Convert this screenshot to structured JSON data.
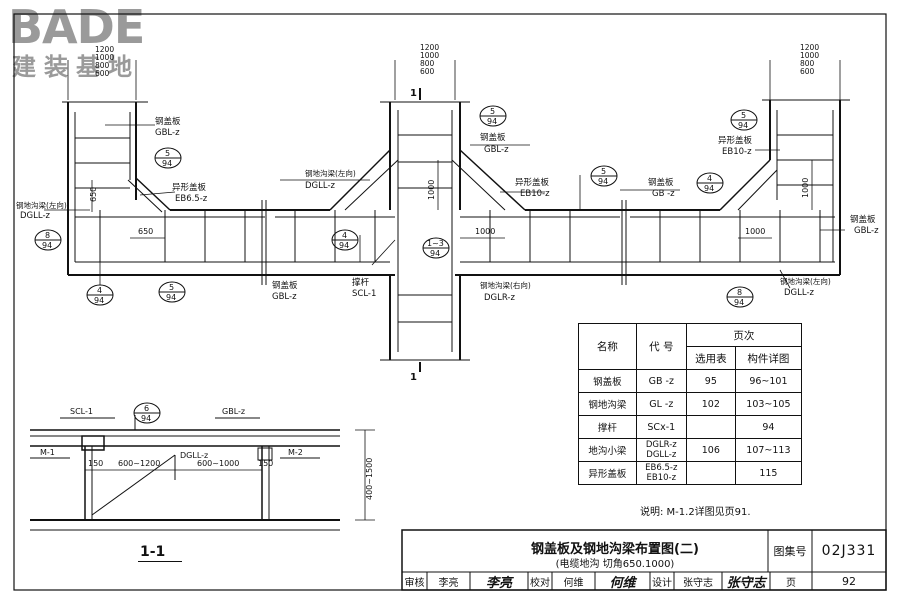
{
  "logo": {
    "main": "BADE",
    "sub": "建装基地"
  },
  "dims": {
    "top_stack": [
      "1200",
      "1000",
      "800",
      "600"
    ],
    "d650": "650",
    "d1000": "1000",
    "d150": "150",
    "d600_1200": "600~1200",
    "d600_1000": "600~1000",
    "d400_1500": "400~1500"
  },
  "labels": {
    "gangaiban": "钢盖板",
    "gbl_z": "GBL-z",
    "gb_z": "GB -z",
    "yixing": "异形盖板",
    "eb65": "EB6.5-z",
    "eb10": "EB10-z",
    "goudiliang": "钢地沟梁",
    "goudiliang_left": "钢地沟梁(左向)",
    "dgll_z": "DGLL-z",
    "dglr_z": "DGLR-z",
    "goudiliang_right": "钢地沟梁(右向)",
    "chenggan": "撑杆",
    "scl1": "SCL-1",
    "section_mark": "1",
    "m1": "M-1",
    "m2": "M-2"
  },
  "bubbles": [
    {
      "top": "5",
      "bottom": "94"
    },
    {
      "top": "4",
      "bottom": "94"
    },
    {
      "top": "8",
      "bottom": "94"
    },
    {
      "top": "1~3",
      "bottom": "94"
    },
    {
      "top": "6",
      "bottom": "94"
    }
  ],
  "ref_table": {
    "h_name": "名称",
    "h_code": "代 号",
    "h_pages": "页次",
    "h_select": "选用表",
    "h_detail": "构件详图",
    "rows": [
      {
        "name": "钢盖板",
        "code": "GB -z",
        "select": "95",
        "detail": "96~101"
      },
      {
        "name": "钢地沟梁",
        "code": "GL -z",
        "select": "102",
        "detail": "103~105"
      },
      {
        "name": "撑杆",
        "code": "SCx-1",
        "select": "",
        "detail": "94"
      },
      {
        "name": "地沟小梁",
        "code": "DGLR-z\nDGLL-z",
        "select": "106",
        "detail": "107~113"
      },
      {
        "name": "异形盖板",
        "code": "EB6.5-z\nEB10-z",
        "select": "",
        "detail": "115"
      }
    ]
  },
  "note": "说明: M-1.2详图见页91.",
  "section_title": "1-1",
  "title_block": {
    "title": "钢盖板及钢地沟梁布置图(二)",
    "subtitle": "(电缆地沟 切角650.1000)",
    "atlas_label": "图集号",
    "atlas_no": "02J331",
    "review_label": "审核",
    "review_name": "李亮",
    "check_label": "校对",
    "check_name": "何维",
    "design_label": "设计",
    "design_name": "张守志",
    "page_label": "页",
    "page_no": "92"
  },
  "signatures": {
    "review": "李亮",
    "check": "何维",
    "design": "张守志"
  }
}
